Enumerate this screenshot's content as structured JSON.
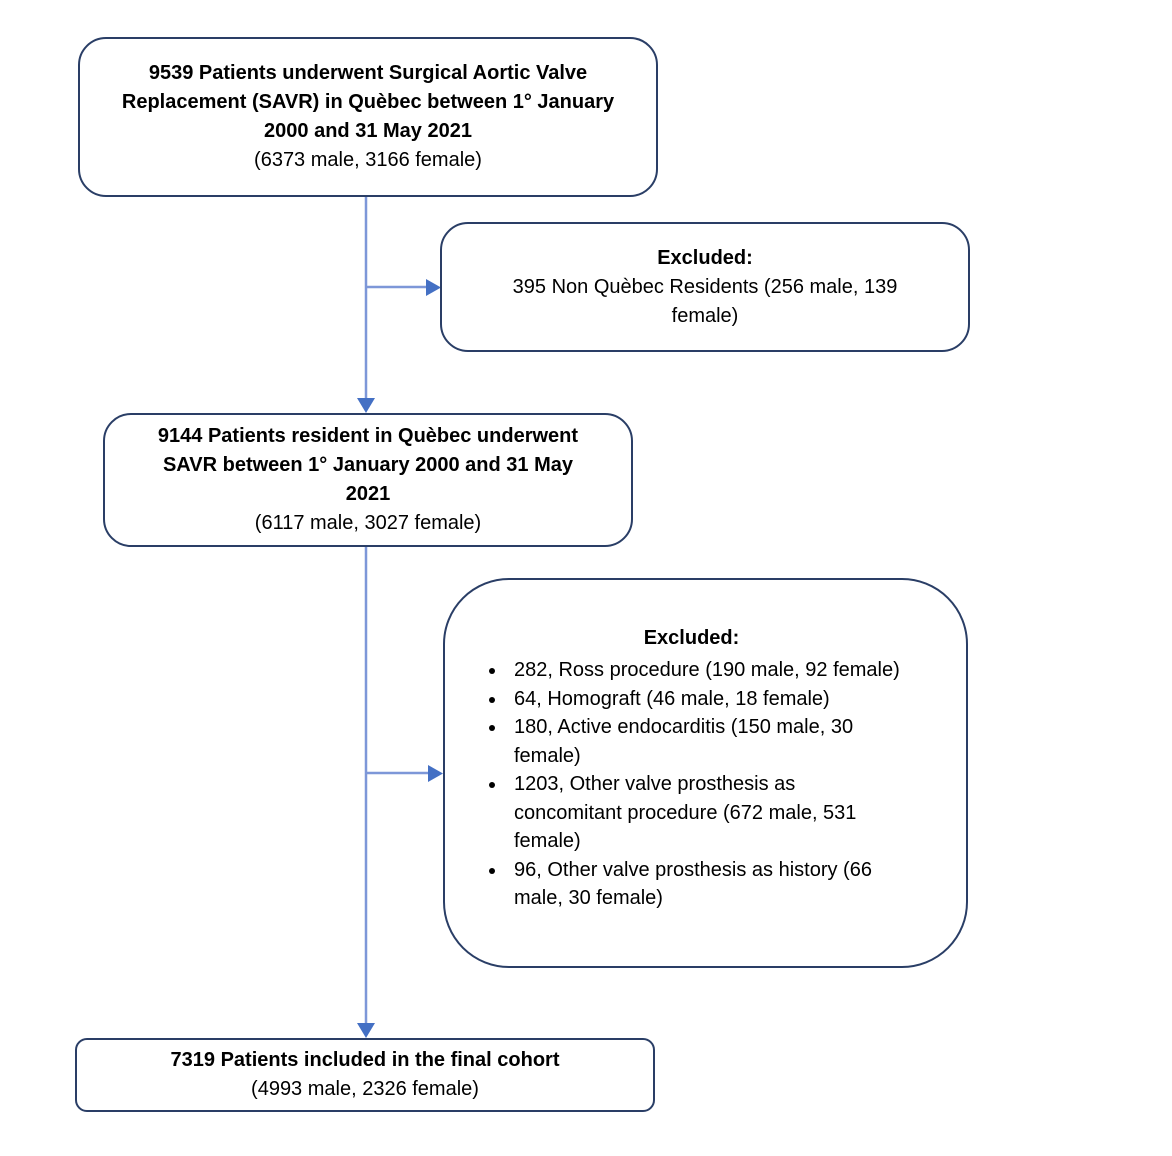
{
  "colors": {
    "background": "#ffffff",
    "box_border": "#2a3e66",
    "box_fill": "#ffffff",
    "arrow_line": "#7d97d8",
    "arrow_head": "#4470c4",
    "text": "#000000"
  },
  "flowchart": {
    "initial_cohort": {
      "title": "9539 Patients underwent Surgical Aortic Valve\nReplacement (SAVR) in Quèbec between 1° January\n2000 and 31 May 2021",
      "subtitle": "(6373 male, 3166 female)"
    },
    "excluded_residents": {
      "heading": "Excluded:",
      "body": "395 Non Quèbec Residents (256 male, 139\nfemale)"
    },
    "resident_cohort": {
      "title": "9144 Patients resident in Quèbec underwent\nSAVR between 1° January 2000 and 31 May\n2021",
      "subtitle": "(6117 male, 3027 female)"
    },
    "excluded_criteria": {
      "heading": "Excluded:",
      "items": [
        "282, Ross procedure (190 male, 92 female)",
        "64, Homograft (46 male, 18 female)",
        "180, Active endocarditis (150 male, 30\nfemale)",
        "1203, Other valve prosthesis as\nconcomitant procedure (672 male, 531\nfemale)",
        "96, Other valve prosthesis as history (66\nmale, 30 female)"
      ]
    },
    "final_cohort": {
      "title": "7319 Patients included in the final cohort",
      "subtitle": "(4993 male, 2326 female)"
    }
  }
}
